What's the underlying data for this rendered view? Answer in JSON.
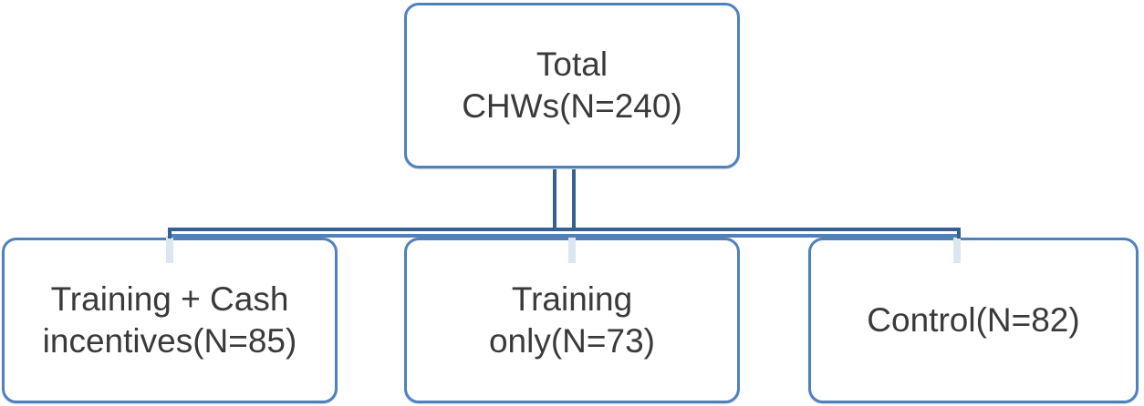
{
  "diagram": {
    "type": "hierarchy-flowchart",
    "nodes": {
      "root": {
        "id": "total",
        "lines": [
          "Total",
          "CHWs(N=240)"
        ],
        "label": "Total CHWs(N=240)"
      },
      "child1": {
        "id": "training-cash",
        "lines": [
          "Training + Cash",
          "incentives(N=85)"
        ],
        "label": "Training + Cash incentives(N=85)"
      },
      "child2": {
        "id": "training-only",
        "lines": [
          "Training",
          "only(N=73)"
        ],
        "label": "Training only(N=73)"
      },
      "child3": {
        "id": "control",
        "lines": [
          "Control(N=82)"
        ],
        "label": "Control(N=82)"
      }
    },
    "edges": [
      {
        "from": "total",
        "to": "training-cash"
      },
      {
        "from": "total",
        "to": "training-only"
      },
      {
        "from": "total",
        "to": "control"
      }
    ],
    "colors": {
      "box_border": "#4f81bd",
      "connector_dark": "#376092",
      "connector_light": "#4f81bd",
      "connector_stub": "#dce6f1",
      "text": "#3a3a3a",
      "background": "#ffffff"
    }
  }
}
